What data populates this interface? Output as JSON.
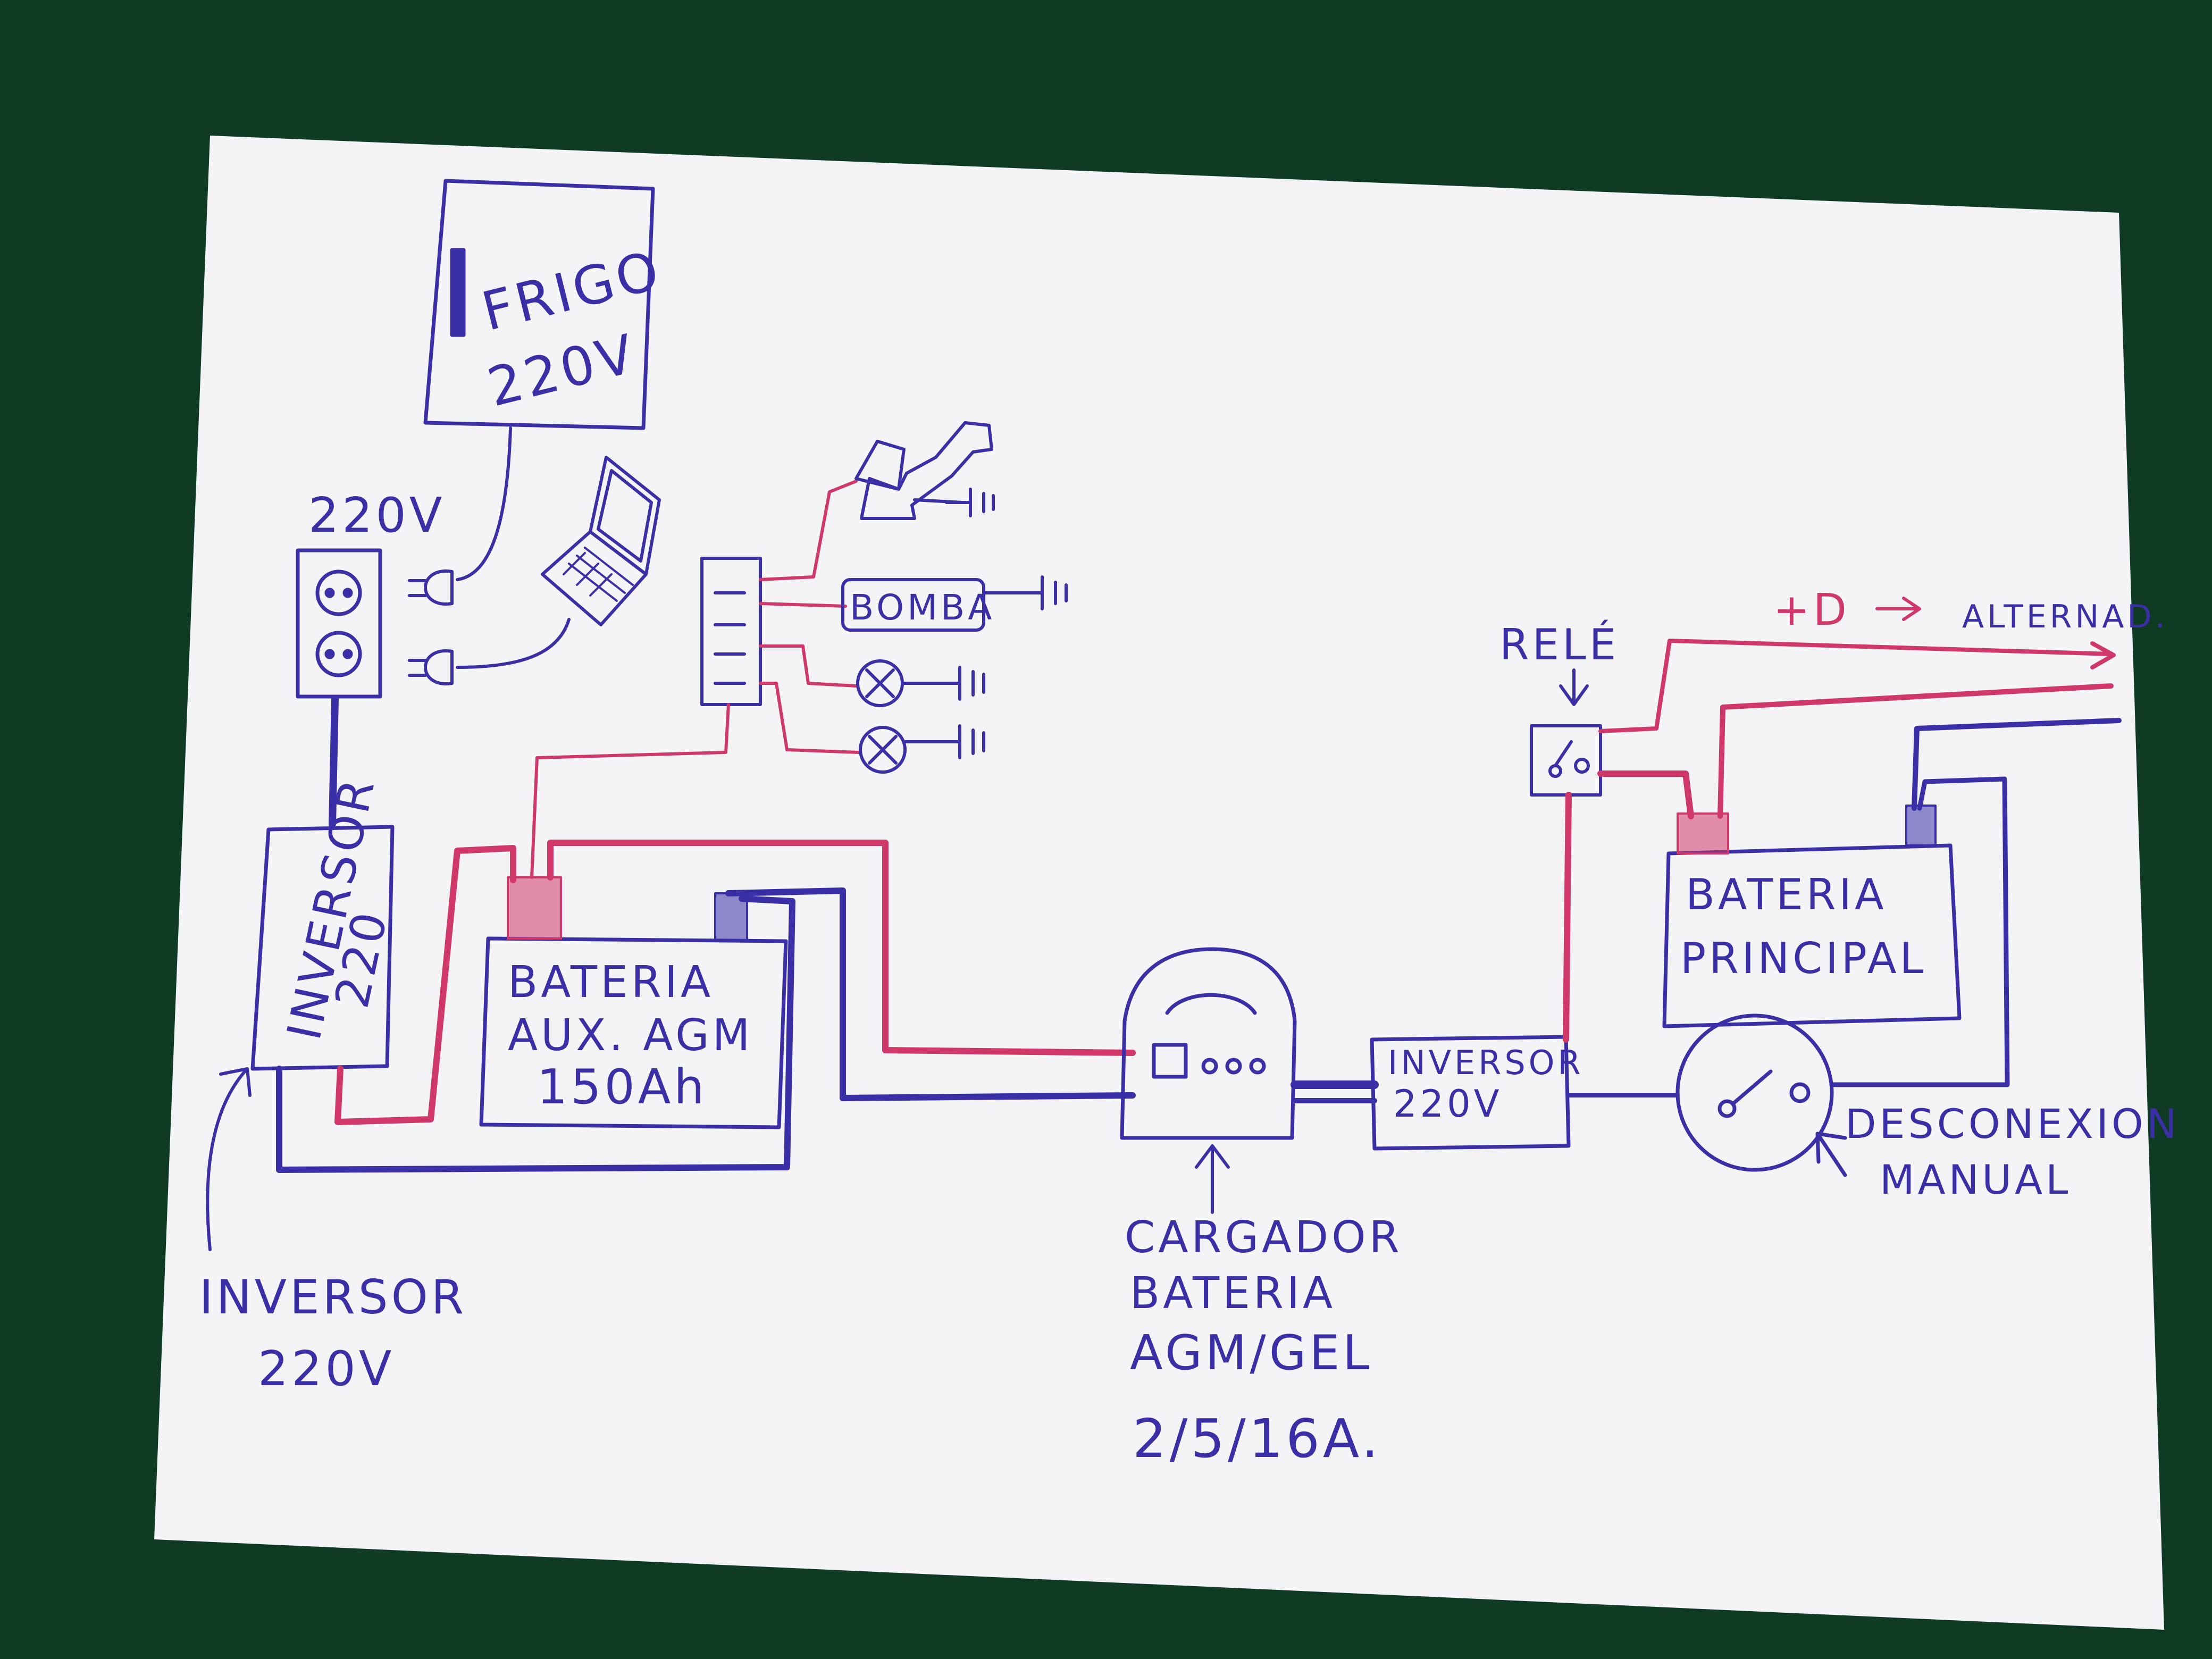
{
  "colors": {
    "background": "#0f3a24",
    "paper": "#f4f4f6",
    "blue_ink": "#3b2fa8",
    "red_ink": "#d1386a"
  },
  "labels": {
    "frigo_line1": "FRIGO",
    "frigo_line2": "220V",
    "socket_voltage": "220V",
    "inverter_left_line1": "INVERSOR",
    "inverter_left_line2": "220",
    "bomba": "BOMBA",
    "battery_aux_line1": "BATERIA",
    "battery_aux_line2": "AUX. AGM",
    "battery_aux_line3": "150Ah",
    "inverter_right_line1": "INVERSOR",
    "inverter_right_line2": "220V",
    "rele": "RELÉ",
    "plus_d": "+D",
    "alternator": "ALTERNAD.",
    "battery_main_line1": "BATERIA",
    "battery_main_line2": "PRINCIPAL",
    "disconnect_line1": "DESCONEXION",
    "disconnect_line2": "MANUAL",
    "charger_line1": "CARGADOR",
    "charger_line2": "BATERIA",
    "charger_line3": "AGM/GEL",
    "charger_line4": "2/5/16A.",
    "inverter_note_line1": "INVERSOR",
    "inverter_note_line2": "220V"
  },
  "icons": [
    "fridge",
    "power-socket",
    "plug",
    "laptop",
    "fuse-block",
    "tap",
    "pump",
    "lamp",
    "ground-symbol",
    "relay",
    "battery-charger",
    "switch",
    "arrow"
  ]
}
